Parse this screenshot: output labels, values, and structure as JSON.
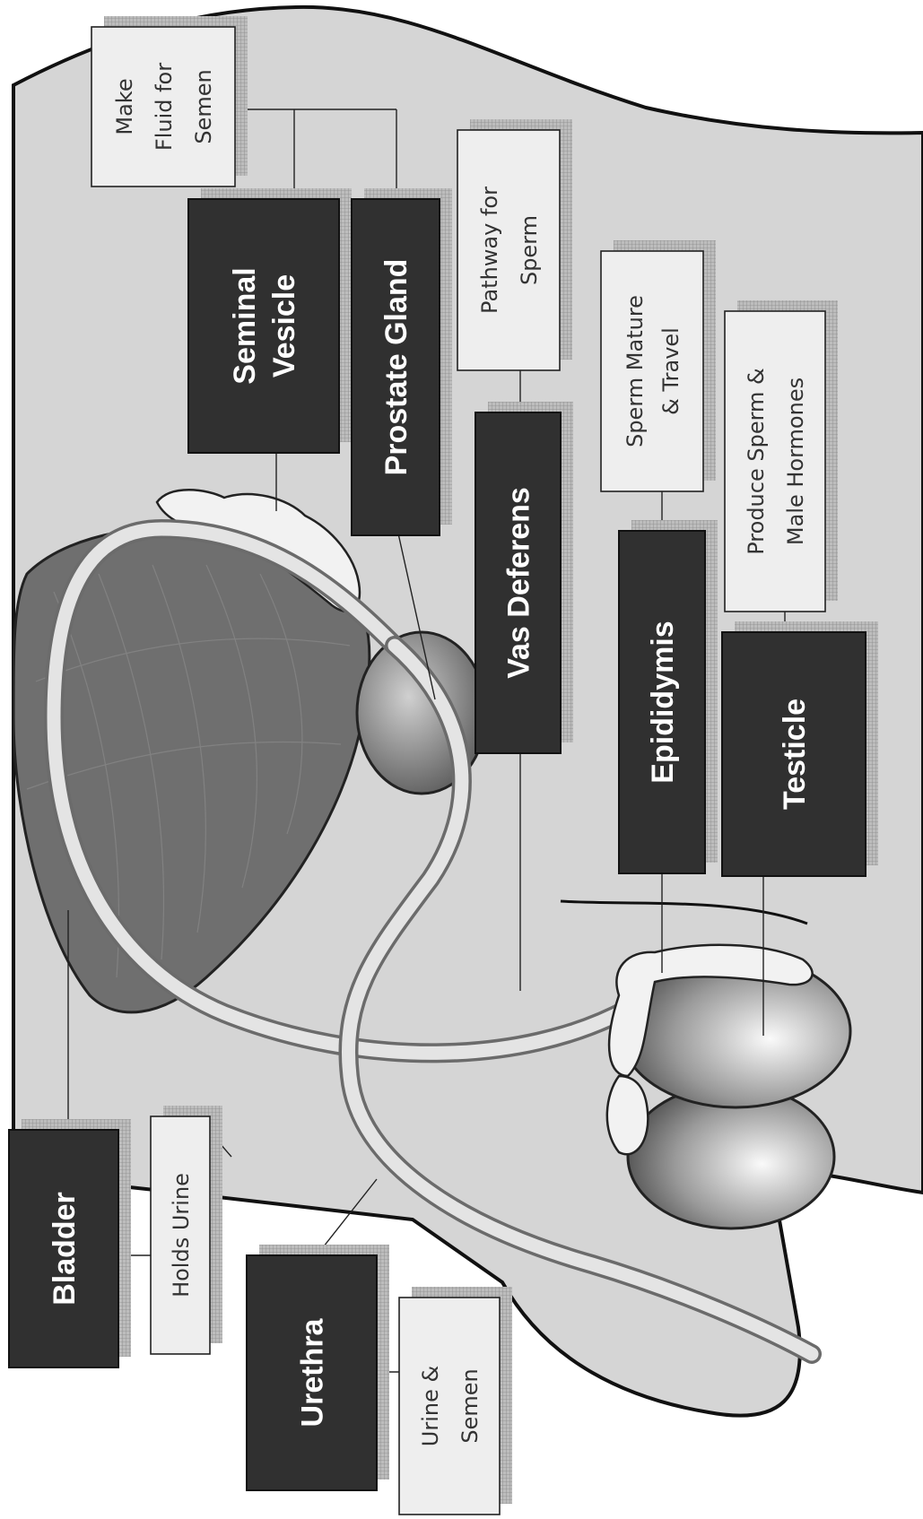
{
  "labels": {
    "seminal_vesicle": [
      "Seminal",
      "Vesicle"
    ],
    "prostate_gland": "Prostate Gland",
    "vas_deferens": "Vas Deferens",
    "epididymis": "Epididymis",
    "testicle": "Testicle",
    "bladder": "Bladder",
    "urethra": "Urethra"
  },
  "functions": {
    "make_fluid": [
      "Make",
      "Fluid for",
      "Semen"
    ],
    "pathway": [
      "Pathway for",
      "Sperm"
    ],
    "sperm_mature": [
      "Sperm Mature",
      "& Travel"
    ],
    "produce_sperm": [
      "Produce Sperm &",
      "Male Hormones"
    ],
    "holds_urine": "Holds Urine",
    "urine_semen": [
      "Urine &",
      "Semen"
    ]
  },
  "colors": {
    "label_box": "#303030",
    "function_box": "#eeeeee",
    "body_fill": "#d5d5d5",
    "organ_fill": "#6f6f6f"
  }
}
